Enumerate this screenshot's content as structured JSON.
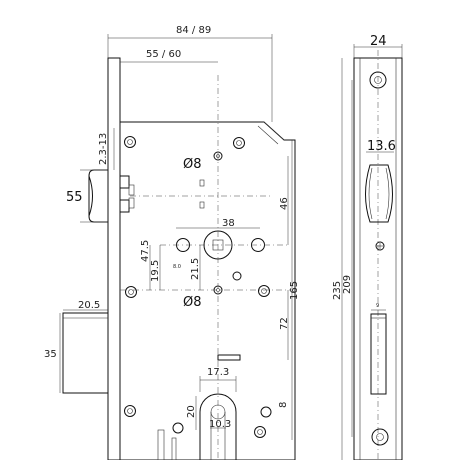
{
  "labels": {
    "backset_case": "84 / 89",
    "backset": "55 / 60",
    "latch_adjust": "2.3-13",
    "latch_height": "55",
    "hole_dia_top": "Ø8",
    "hole_dia_bottom": "Ø8",
    "dim_46": "46",
    "dim_38": "38",
    "dim_47_5": "47.5",
    "dim_19_5": "19.5",
    "dim_21_5": "21.5",
    "dim_8_0": "8.0",
    "dim_165": "165",
    "dim_72": "72",
    "bolt_width": "20.5",
    "bolt_height": "35",
    "cyl_width": "17.3",
    "cyl_20": "20",
    "cyl_10_3": "10.3",
    "dim_8": "8",
    "faceplate_width": "24",
    "latch_width_side": "13.6",
    "dim_235": "235",
    "dim_209": "209",
    "dim_9": "9"
  }
}
